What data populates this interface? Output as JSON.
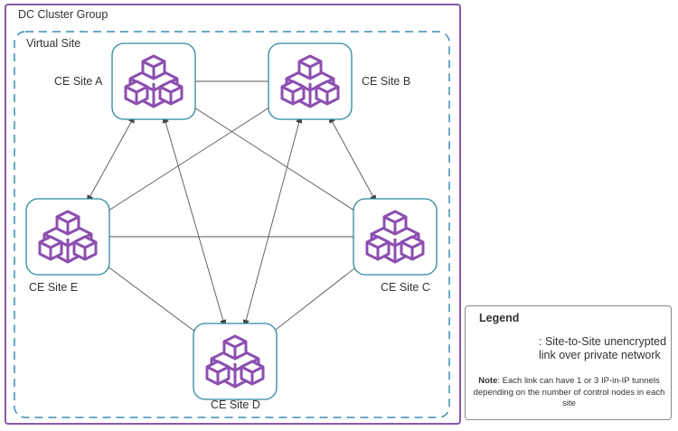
{
  "diagram": {
    "outer_group_label": "DC Cluster Group",
    "inner_group_label": "Virtual Site",
    "colors": {
      "outer_border": "#8a5aa8",
      "inner_border": "#3a8fb0",
      "site_border": "#2e87a3",
      "site_icon": "#8c4fb0",
      "link": "#555555"
    },
    "sites": [
      {
        "id": "A",
        "label": "CE Site A",
        "icon": "cubes-cluster-icon"
      },
      {
        "id": "B",
        "label": "CE Site B",
        "icon": "cubes-cluster-icon"
      },
      {
        "id": "C",
        "label": "CE Site C",
        "icon": "cubes-cluster-icon"
      },
      {
        "id": "D",
        "label": "CE Site D",
        "icon": "cubes-cluster-icon"
      },
      {
        "id": "E",
        "label": "CE Site E",
        "icon": "cubes-cluster-icon"
      }
    ],
    "links": [
      [
        "A",
        "B"
      ],
      [
        "A",
        "E"
      ],
      [
        "A",
        "C"
      ],
      [
        "A",
        "D"
      ],
      [
        "B",
        "E"
      ],
      [
        "B",
        "C"
      ],
      [
        "B",
        "D"
      ],
      [
        "E",
        "C"
      ],
      [
        "E",
        "D"
      ],
      [
        "C",
        "D"
      ]
    ]
  },
  "legend": {
    "title": "Legend",
    "link_description": ": Site-to-Site unencrypted link over private network",
    "note_label": "Note",
    "note_text": ": Each link can have 1 or 3 IP-in-IP tunnels depending on the number of control nodes in each site"
  }
}
